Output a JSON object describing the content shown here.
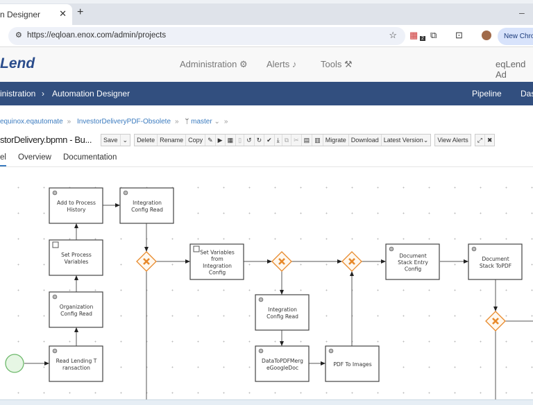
{
  "browser": {
    "tab_title": "n Designer",
    "url": "https://eqloan.enox.com/admin/projects",
    "new_chrome": "New Chrom",
    "ext_badge": "2"
  },
  "header": {
    "logo": "Lend",
    "nav": [
      "Administration",
      "Alerts",
      "Tools"
    ],
    "user": "eqLend Ad"
  },
  "navbar": {
    "crumb1": "inistration",
    "crumb2": "Automation Designer",
    "pipeline": "Pipeline",
    "dash": "Das"
  },
  "breadcrumbs": [
    "equinox.eqautomate",
    "InvestorDeliveryPDF-Obsolete",
    "master"
  ],
  "editor": {
    "title": "storDelivery.bpmn - Bu...",
    "save": "Save",
    "buttons": [
      "Delete",
      "Rename",
      "Copy"
    ],
    "migrate": "Migrate",
    "download": "Download",
    "latest_version": "Latest Version",
    "view_alerts": "View Alerts"
  },
  "tabs": [
    "el",
    "Overview",
    "Documentation"
  ],
  "diagram": {
    "nodes": [
      [
        "Add to Process",
        "History"
      ],
      [
        "Integration",
        "Config Read"
      ],
      [
        "Set Process",
        "Variables"
      ],
      [
        "Organization",
        "Config Read"
      ],
      [
        "Read Lending T",
        "ransaction"
      ],
      [
        "Set Variables",
        "from",
        "Integration",
        "Config"
      ],
      [
        "Document",
        "Stack Entry",
        "Config"
      ],
      [
        "Document",
        "Stack ToPDF"
      ],
      [
        "Integration",
        "Config Read"
      ],
      [
        "DataToPDFMerg",
        "eGoogleDoc"
      ],
      [
        "PDF To Images"
      ]
    ],
    "gateway_color": "#e8892a",
    "start_color": "#5cb85c"
  }
}
